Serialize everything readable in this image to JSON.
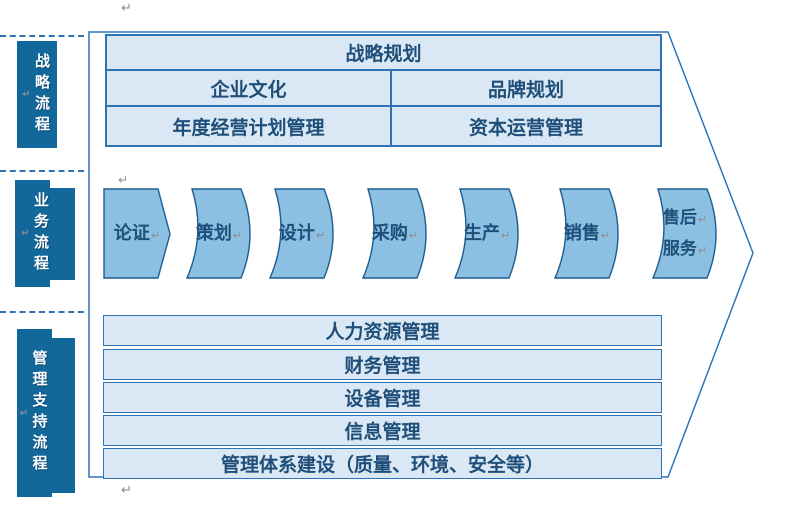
{
  "colors": {
    "c-rail": "#12689B",
    "c-cell": "#D9E8F4",
    "c-border": "#2E74B5",
    "c-chev": "#8BC0E2",
    "c-chev-border": "#1E5C8E",
    "c-text": "#1F4E79",
    "c-outline": "#2E74B5",
    "c-dash": "#2E74B5",
    "c-mark": "#8C8C8C"
  },
  "side_rails": [
    {
      "label": "战略流程"
    },
    {
      "label": "业务流程"
    },
    {
      "label": "管理支持流程"
    }
  ],
  "strategy_section": {
    "title": "战略规划",
    "cells": [
      [
        "企业文化",
        "品牌规划"
      ],
      [
        "年度经营计划管理",
        "资本运营管理"
      ]
    ]
  },
  "process_section": {
    "steps": [
      {
        "lines": [
          "论证"
        ]
      },
      {
        "lines": [
          "策划"
        ]
      },
      {
        "lines": [
          "设计"
        ]
      },
      {
        "lines": [
          "采购"
        ]
      },
      {
        "lines": [
          "生产"
        ]
      },
      {
        "lines": [
          "销售"
        ]
      },
      {
        "lines": [
          "售后",
          "服务"
        ]
      }
    ]
  },
  "support_section": {
    "rows": [
      "人力资源管理",
      "财务管理",
      "设备管理",
      "信息管理",
      "管理体系建设（质量、环境、安全等）"
    ]
  },
  "marks": {
    "return_glyph": "↵"
  }
}
